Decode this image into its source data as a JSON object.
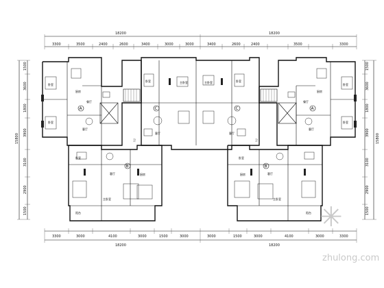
{
  "dims": {
    "top_total_left": "18200",
    "top_total_right": "18200",
    "top_segments": [
      "3300",
      "3500",
      "2400",
      "2600",
      "3400",
      "3000",
      "3000",
      "3400",
      "2600",
      "2400",
      "3500",
      "3300"
    ],
    "bottom_total_left": "18200",
    "bottom_total_right": "18200",
    "bottom_segments": [
      "3300",
      "3000",
      "4100",
      "3000",
      "1500",
      "3000",
      "3000",
      "1500",
      "3000",
      "4100",
      "3000",
      "3300"
    ],
    "left_total": "15800",
    "left_segments": [
      "1500",
      "3600",
      "1800",
      "3900",
      "3100",
      "2900",
      "1500"
    ],
    "right_total": "15800",
    "right_segments": [
      "1500",
      "3600",
      "1800",
      "3900",
      "3100",
      "2900",
      "1500"
    ]
  },
  "rooms": {
    "bedroom": "卧室",
    "master_bedroom": "主卧室",
    "living": "客厅",
    "dining": "餐厅",
    "kitchen": "厨房",
    "toilet": "卫",
    "balcony": "阳台"
  },
  "unit_marks": [
    "A",
    "C",
    "C",
    "A",
    "B",
    "B"
  ],
  "watermark": {
    "brand": "zhulong.com",
    "logo_glyph": "✳"
  }
}
